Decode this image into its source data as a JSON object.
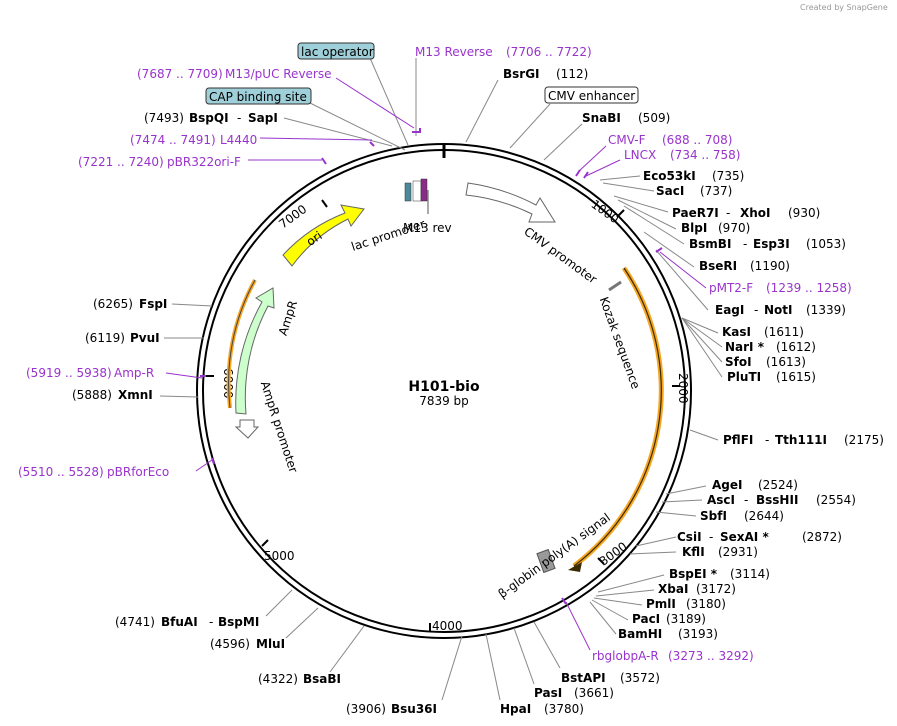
{
  "watermark": "Created by SnapGene",
  "plasmid": {
    "name": "H101-bio",
    "length": "7839 bp"
  },
  "colors": {
    "ring": "#000000",
    "primer": "#9933cc",
    "leader": "#888888",
    "ori": "#ffff00",
    "ampr": "#ccffcc",
    "orange_highlight": "#f5a623",
    "misc_box": "#9fcfd8"
  },
  "tick_labels": [
    "1000",
    "2000",
    "3000",
    "4000",
    "5000",
    "6000",
    "7000"
  ],
  "features": {
    "ori": "ori",
    "ampr": "AmpR",
    "ampr_promoter": "AmpR promoter",
    "lac_promoter": "lac promoter",
    "m13_rev": "M13 rev",
    "cmv_promoter": "CMV promoter",
    "kozak": "Kozak sequence",
    "polya": "β-globin poly(A) signal"
  },
  "boxed_labels": {
    "lac_operator": "lac operator",
    "cap": "CAP binding site",
    "cmv_enhancer": "CMV enhancer"
  },
  "primers": {
    "m13_reverse": {
      "name": "M13 Reverse",
      "range": "(7706 .. 7722)"
    },
    "m13_puc_reverse": {
      "name": "M13/pUC Reverse",
      "range": "(7687 .. 7709)"
    },
    "l4440": {
      "name": "L4440",
      "range": "(7474 .. 7491)"
    },
    "pbr322ori": {
      "name": "pBR322ori-F",
      "range": "(7221 .. 7240)"
    },
    "cmv_f": {
      "name": "CMV-F",
      "range": "(688 .. 708)"
    },
    "lncx": {
      "name": "LNCX",
      "range": "(734 .. 758)"
    },
    "pmt2": {
      "name": "pMT2-F",
      "range": "(1239 .. 1258)"
    },
    "amp_r": {
      "name": "Amp-R",
      "range": "(5919 .. 5938)"
    },
    "pbrforeco": {
      "name": "pBRforEco",
      "range": "(5510 .. 5528)"
    },
    "rbglobpa": {
      "name": "rbglobpA-R",
      "range": "(3273 .. 3292)"
    }
  },
  "enzymes": {
    "bsrgi": {
      "name": "BsrGI",
      "pos": "(112)"
    },
    "snabi": {
      "name": "SnaBI",
      "pos": "(509)"
    },
    "eco53ki": {
      "name": "Eco53kI",
      "pos": "(735)"
    },
    "saci": {
      "name": "SacI",
      "pos": "(737)"
    },
    "paer7i": {
      "name": "PaeR7I",
      "name2": "XhoI",
      "pos": "(930)"
    },
    "blpi": {
      "name": "BlpI",
      "pos": "(970)"
    },
    "bsmbi": {
      "name": "BsmBI",
      "name2": "Esp3I",
      "pos": "(1053)"
    },
    "bseri": {
      "name": "BseRI",
      "pos": "(1190)"
    },
    "eagi": {
      "name": "EagI",
      "name2": "NotI",
      "pos": "(1339)"
    },
    "kasi": {
      "name": "KasI",
      "pos": "(1611)"
    },
    "nari": {
      "name": "NarI *",
      "pos": "(1612)"
    },
    "sfoi": {
      "name": "SfoI",
      "pos": "(1613)"
    },
    "pluti": {
      "name": "PluTI",
      "pos": "(1615)"
    },
    "pflfi": {
      "name": "PflFI",
      "name2": "Tth111I",
      "pos": "(2175)"
    },
    "agei": {
      "name": "AgeI",
      "pos": "(2524)"
    },
    "asci": {
      "name": "AscI",
      "name2": "BssHII",
      "pos": "(2554)"
    },
    "sbfi": {
      "name": "SbfI",
      "pos": "(2644)"
    },
    "csii": {
      "name": "CsiI",
      "name2": "SexAI *",
      "pos": "(2872)"
    },
    "kfli": {
      "name": "KflI",
      "pos": "(2931)"
    },
    "bspei": {
      "name": "BspEI *",
      "pos": "(3114)"
    },
    "xbai": {
      "name": "XbaI",
      "pos": "(3172)"
    },
    "pmli": {
      "name": "PmlI",
      "pos": "(3180)"
    },
    "paci": {
      "name": "PacI",
      "pos": "(3189)"
    },
    "bamhi": {
      "name": "BamHI",
      "pos": "(3193)"
    },
    "bstapi": {
      "name": "BstAPI",
      "pos": "(3572)"
    },
    "pasi": {
      "name": "PasI",
      "pos": "(3661)"
    },
    "hpai": {
      "name": "HpaI",
      "pos": "(3780)"
    },
    "bsu36i": {
      "name": "Bsu36I",
      "pos": "(3906)"
    },
    "bsabi": {
      "name": "BsaBI",
      "pos": "(4322)"
    },
    "mlui": {
      "name": "MluI",
      "pos": "(4596)"
    },
    "bfuai": {
      "name": "BfuAI",
      "name2": "BspMI",
      "pos": "(4741)"
    },
    "xmni": {
      "name": "XmnI",
      "pos": "(5888)"
    },
    "pvui": {
      "name": "PvuI",
      "pos": "(6119)"
    },
    "fspi": {
      "name": "FspI",
      "pos": "(6265)"
    },
    "bspqi": {
      "name": "BspQI",
      "name2": "SapI",
      "pos": "(7493)"
    }
  }
}
